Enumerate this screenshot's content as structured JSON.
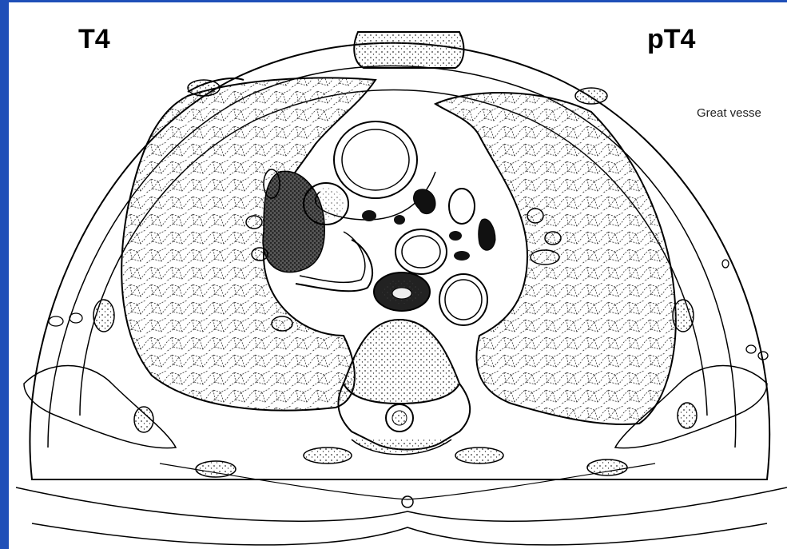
{
  "labels": {
    "left_stage": "T4",
    "right_stage": "pT4",
    "annotation": "Great vesse"
  },
  "colors": {
    "accent_bar": "#1f4fb8",
    "line": "#000000",
    "tumor": "#1a1a1a"
  }
}
